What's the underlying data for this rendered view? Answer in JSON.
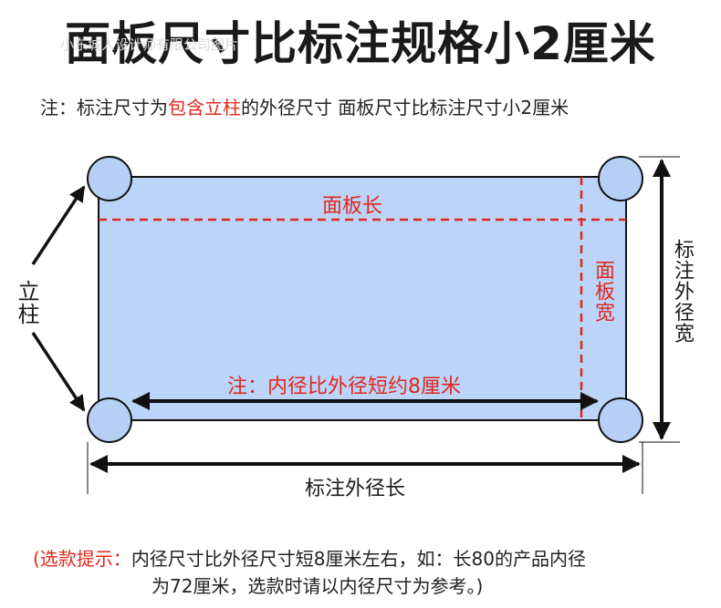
{
  "title": "面板尺寸比标注规格小2厘米",
  "watermark": "小东城人设计师有限公司图片",
  "subtitle": {
    "prefix": "注：标注尺寸为",
    "highlight": "包含立柱",
    "suffix": "的外径尺寸 面板尺寸比标注尺寸小2厘米"
  },
  "diagram": {
    "panel_length_label": "面板长",
    "panel_width_label": "面板宽",
    "pillar_label": "立柱",
    "outer_width_label": "标注外径宽",
    "outer_length_label": "标注外径长",
    "inner_note": "注：内径比外径短约8厘米",
    "colors": {
      "panel_fill": "#bcd4f7",
      "pillar_fill": "#b5cff5",
      "dash_red": "#e0271e",
      "line_black": "#111111"
    }
  },
  "tip": {
    "prefix": "(选款提示：",
    "line1": "内径尺寸比外径尺寸短8厘米左右，如：长80的产品内径",
    "line2": "为72厘米，选款时请以内径尺寸为参考。)"
  }
}
